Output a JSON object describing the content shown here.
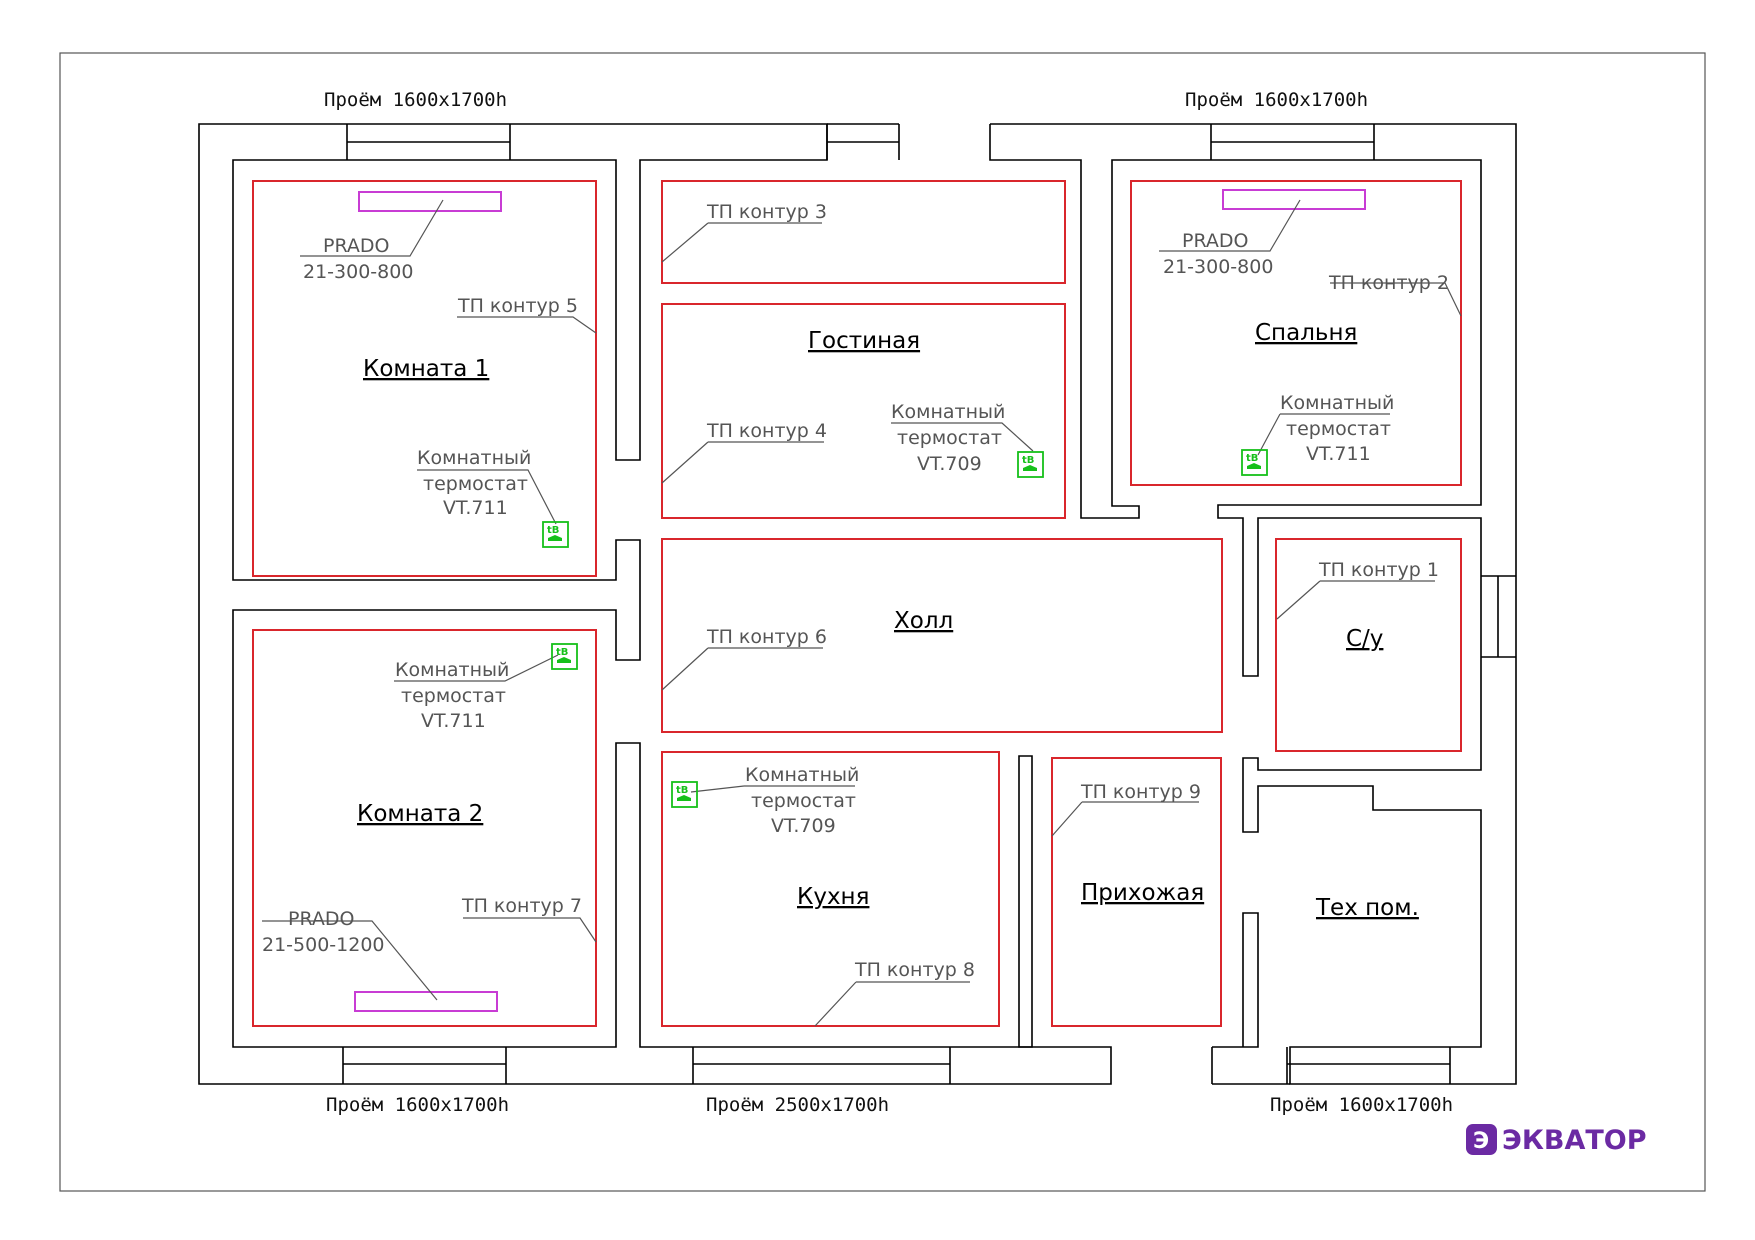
{
  "rooms": {
    "komnata1": "Комната 1",
    "gostinaya": "Гостиная",
    "spalnya": "Спальня",
    "holl": "Холл",
    "su": "С/у",
    "komnata2": "Комната 2",
    "kuhnya": "Кухня",
    "prihozhaya": "Прихожая",
    "teh": "Тех пом."
  },
  "openings": {
    "top_left": "Проём 1600x1700h",
    "top_right": "Проём 1600x1700h",
    "bottom_left": "Проём 1600x1700h",
    "bottom_center": "Проём 2500x1700h",
    "bottom_right": "Проём 1600x1700h"
  },
  "circuits": {
    "c1": "ТП контур 1",
    "c2": "ТП контур 2",
    "c3": "ТП контур 3",
    "c4": "ТП контур 4",
    "c5": "ТП контур 5",
    "c6": "ТП контур 6",
    "c7": "ТП контур 7",
    "c8": "ТП контур 8",
    "c9": "ТП контур 9"
  },
  "convectors": {
    "name": "PRADO",
    "k1_model": "21-300-800",
    "sp_model": "21-300-800",
    "k2_model": "21-500-1200"
  },
  "thermostat": {
    "line1": "Комнатный",
    "line2": "термостат",
    "vt711": "VT.711",
    "vt709": "VT.709",
    "icon_text": "tB"
  },
  "logo": {
    "text": "ЭКВАТОР",
    "mark": "Э"
  },
  "colors": {
    "walls": "#000000",
    "heating_zone": "#d9262c",
    "convector": "#c83cd4",
    "thermostat": "#16c01a",
    "annotation": "#555555",
    "logo": "#6b2aa3"
  }
}
